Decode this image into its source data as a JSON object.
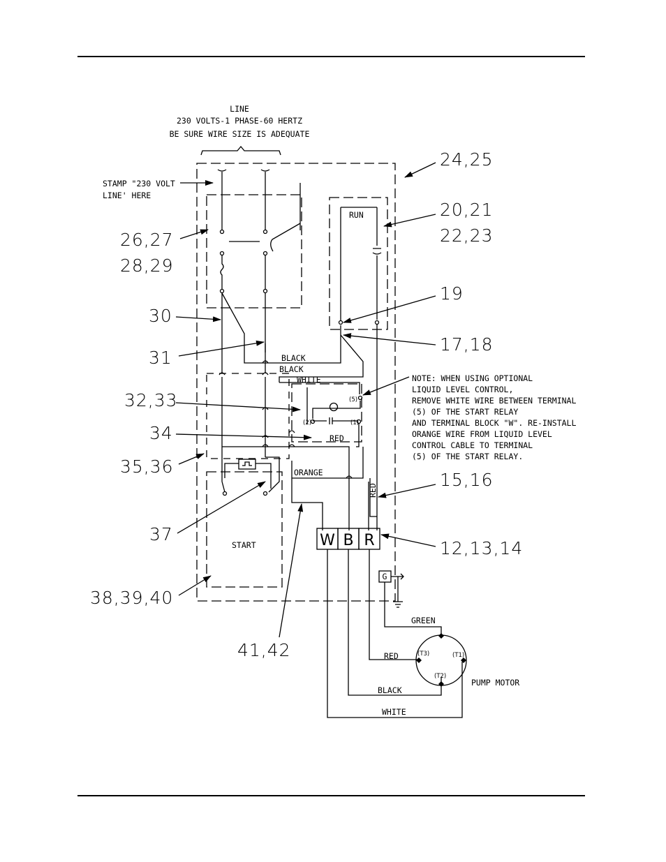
{
  "line_header": [
    "LINE",
    "230 VOLTS-1 PHASE-60 HERTZ",
    "BE SURE WIRE SIZE IS ADEQUATE"
  ],
  "stamp_note": [
    "STAMP \"230 VOLT",
    "LINE' HERE"
  ],
  "callouts": {
    "c24_25": "24,25",
    "c20_21": "20,21",
    "c22_23": "22,23",
    "c26_27": "26,27",
    "c28_29": "28,29",
    "c19": "19",
    "c30": "30",
    "c17_18": "17,18",
    "c31": "31",
    "c32_33": "32,33",
    "c34": "34",
    "c35_36": "35,36",
    "c15_16": "15,16",
    "c37": "37",
    "c12_13_14": "12,13,14",
    "c38_39_40": "38,39,40",
    "c41_42": "41,42"
  },
  "labels": {
    "run": "RUN",
    "start": "START",
    "black1": "BLACK",
    "black2": "BLACK",
    "white_top": "WHITE",
    "red_mid": "RED",
    "orange": "ORANGE",
    "red_vert": "RED",
    "green": "GREEN",
    "red_motor": "RED",
    "black_motor": "BLACK",
    "white_motor": "WHITE",
    "pump_motor": "PUMP MOTOR",
    "relay_t5": "(5)",
    "relay_t2": "(2)",
    "relay_t1": "(1)",
    "motor_t1": "(T1)",
    "motor_t2": "(T2)",
    "motor_t3": "(T3)"
  },
  "terminals": {
    "w": "W",
    "b": "B",
    "r": "R",
    "g": "G"
  },
  "note_lines": [
    "NOTE: WHEN USING OPTIONAL",
    "LIQUID LEVEL CONTROL,",
    "REMOVE WHITE WIRE BETWEEN TERMINAL",
    "(5) OF THE START RELAY",
    "AND TERMINAL BLOCK \"W\". RE-INSTALL",
    "ORANGE WIRE FROM LIQUID LEVEL",
    "CONTROL CABLE TO TERMINAL",
    "(5) OF THE START RELAY."
  ]
}
